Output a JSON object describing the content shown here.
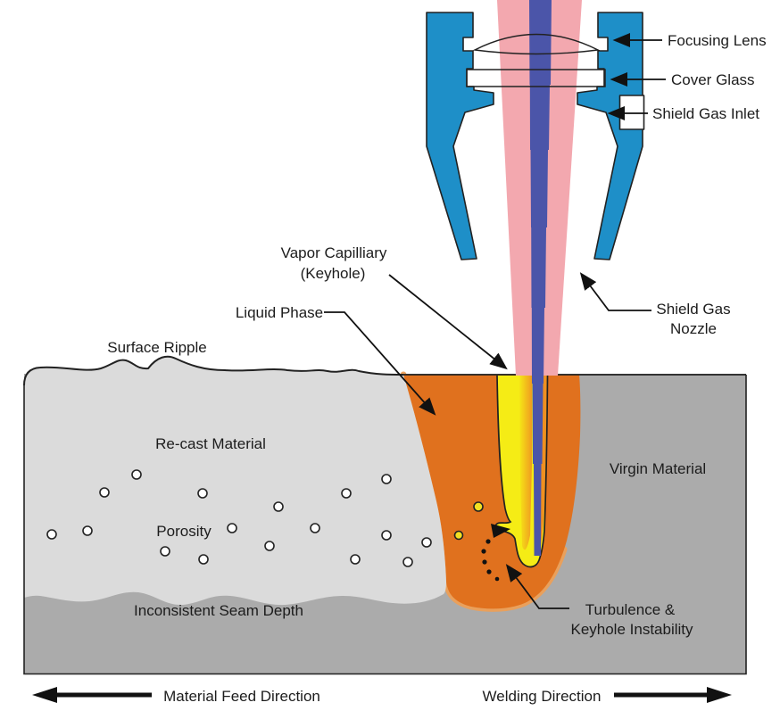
{
  "diagram": {
    "name": "laser-keyhole-welding-schematic",
    "labels": {
      "focusing_lens": "Focusing Lens",
      "cover_glass": "Cover Glass",
      "shield_gas_inlet": "Shield Gas Inlet",
      "shield_gas_nozzle_line1": "Shield Gas",
      "shield_gas_nozzle_line2": "Nozzle",
      "vapor_capillary_line1": "Vapor Capilliary",
      "vapor_capillary_line2": "(Keyhole)",
      "liquid_phase": "Liquid Phase",
      "surface_ripple": "Surface Ripple",
      "recast_material": "Re-cast Material",
      "porosity": "Porosity",
      "virgin_material": "Virgin Material",
      "inconsistent_seam_depth": "Inconsistent Seam Depth",
      "turbulence_line1": "Turbulence &",
      "turbulence_line2": "Keyhole Instability",
      "material_feed_direction": "Material Feed Direction",
      "welding_direction": "Welding Direction"
    },
    "colors": {
      "nozzle_blue": "#1E8FC8",
      "beam_pink": "#F3A8AF",
      "beam_core_indigo": "#4B55A9",
      "liquid_orange": "#E0711E",
      "liquid_fringe": "#EC9F57",
      "keyhole_yellow": "#F5EC15",
      "keyhole_gradient_orange": "#F0A21F",
      "keyhole_right_strip": "#EF9020",
      "recast_light_gray": "#DBDBDB",
      "virgin_gray": "#ABABAB",
      "outline_black": "#222222"
    }
  }
}
